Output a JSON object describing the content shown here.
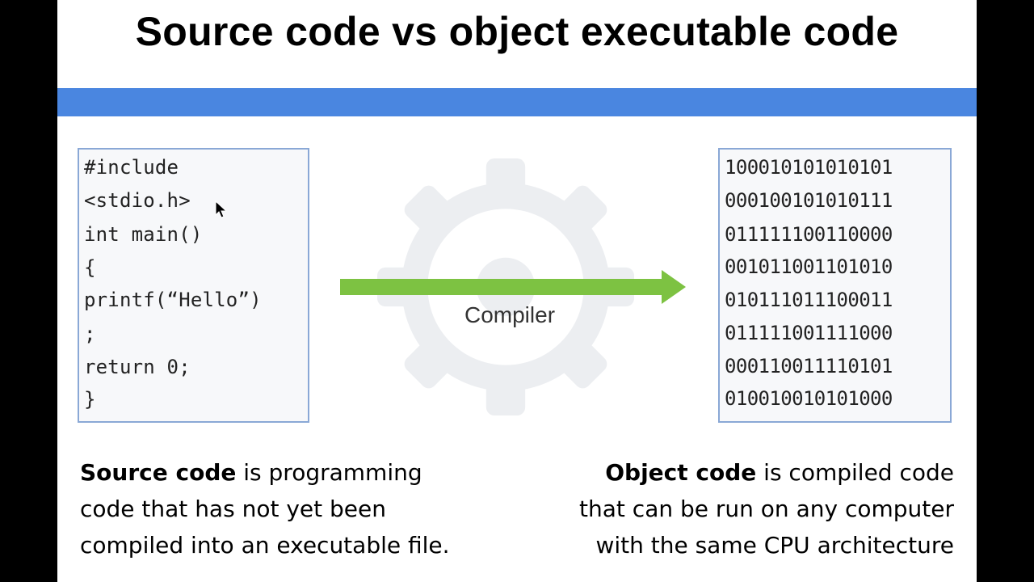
{
  "title": "Source code vs object executable code",
  "source_code": {
    "lines": [
      "#include",
      "<stdio.h>",
      "int main()",
      "{",
      "printf(“Hello”)",
      ";",
      "return 0;",
      "}"
    ]
  },
  "compiler": {
    "label": "Compiler",
    "gear_color": "#eceef1",
    "arrow_color": "#7dc242",
    "icons": [
      "gear-icon",
      "arrow-right-icon"
    ]
  },
  "object_code": {
    "lines": [
      "100010101010101",
      "000100101010111",
      "011111100110000",
      "001011001101010",
      "010111011100011",
      "011111001111000",
      "000110011110101",
      "010010010101000"
    ]
  },
  "descriptions": {
    "source": {
      "term": "Source code",
      "line1_rest": " is programming",
      "line2": "code that has not yet been",
      "line3": "compiled into an executable file."
    },
    "object": {
      "term": "Object code",
      "line1_rest": " is compiled code",
      "line2": "that can be run on any computer",
      "line3": "with the same CPU architecture"
    }
  },
  "colors": {
    "accent_bar": "#4a86e0",
    "box_border": "#8aa8d6",
    "background": "#ffffff"
  }
}
